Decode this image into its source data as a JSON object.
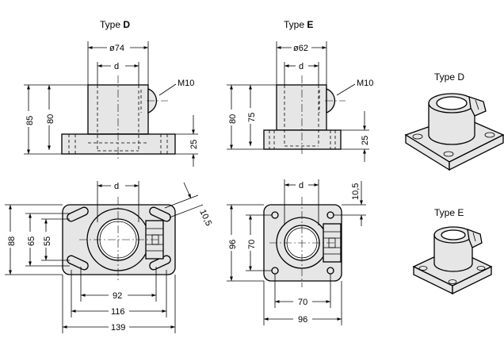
{
  "titles": {
    "type_d_prefix": "Type ",
    "type_d_letter": "D",
    "type_e_prefix": "Type ",
    "type_e_letter": "E",
    "iso_d": "Type D",
    "iso_e": "Type E"
  },
  "type_d": {
    "front": {
      "diameter": "ø74",
      "bore": "d",
      "screw": "M10",
      "total_height": "85",
      "body_height": "80",
      "base_height": "25"
    },
    "plan": {
      "bore": "d",
      "slot_offset": "10,5",
      "overall_height": "88",
      "inner_height": "65",
      "slot_spacing": "55",
      "hole_spacing": "92",
      "slot_width": "116",
      "overall_width": "139"
    }
  },
  "type_e": {
    "front": {
      "diameter": "ø62",
      "bore": "d",
      "screw": "M10",
      "total_height": "80",
      "body_height": "75",
      "base_height": "25"
    },
    "plan": {
      "bore": "d",
      "hole_offset": "10,5",
      "overall_height": "96",
      "hole_spacing_v": "70",
      "hole_spacing_h": "70",
      "overall_width": "96"
    }
  }
}
